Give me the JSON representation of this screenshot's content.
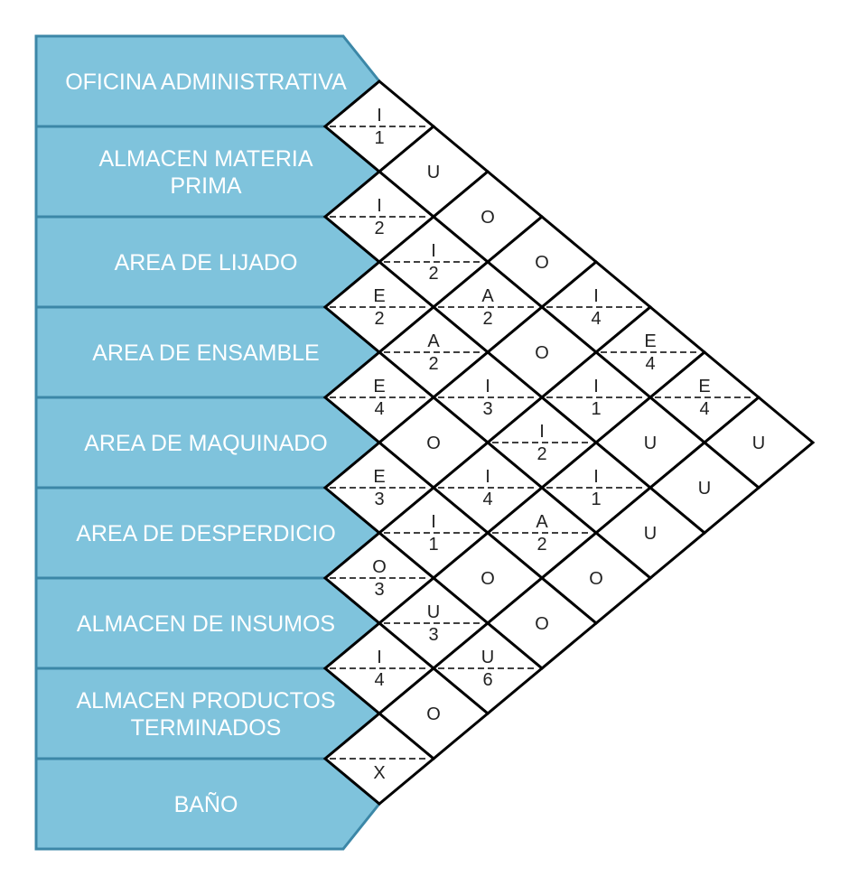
{
  "colors": {
    "panel_fill": "#7fc3dc",
    "panel_stroke": "#3c87a7",
    "grid": "#000000",
    "label_text": "#ffffff",
    "cell_text": "#222222"
  },
  "departments": [
    {
      "lines": [
        "OFICINA ADMINISTRATIVA"
      ]
    },
    {
      "lines": [
        "ALMACEN MATERIA",
        "PRIMA"
      ]
    },
    {
      "lines": [
        "AREA DE LIJADO"
      ]
    },
    {
      "lines": [
        "AREA DE ENSAMBLE"
      ]
    },
    {
      "lines": [
        "AREA DE MAQUINADO"
      ]
    },
    {
      "lines": [
        "AREA DE DESPERDICIO"
      ]
    },
    {
      "lines": [
        "ALMACEN DE INSUMOS"
      ]
    },
    {
      "lines": [
        "ALMACEN PRODUCTOS",
        "TERMINADOS"
      ]
    },
    {
      "lines": [
        "BAÑO"
      ]
    }
  ],
  "relationships": [
    {
      "pair": [
        1,
        2
      ],
      "code": "I",
      "reason": "1"
    },
    {
      "pair": [
        1,
        3
      ],
      "code": "U",
      "reason": ""
    },
    {
      "pair": [
        1,
        4
      ],
      "code": "O",
      "reason": ""
    },
    {
      "pair": [
        1,
        5
      ],
      "code": "O",
      "reason": ""
    },
    {
      "pair": [
        1,
        6
      ],
      "code": "I",
      "reason": "4"
    },
    {
      "pair": [
        1,
        7
      ],
      "code": "E",
      "reason": "4"
    },
    {
      "pair": [
        1,
        8
      ],
      "code": "E",
      "reason": "4"
    },
    {
      "pair": [
        1,
        9
      ],
      "code": "U",
      "reason": ""
    },
    {
      "pair": [
        2,
        3
      ],
      "code": "I",
      "reason": "2"
    },
    {
      "pair": [
        2,
        4
      ],
      "code": "I",
      "reason": "2"
    },
    {
      "pair": [
        2,
        5
      ],
      "code": "A",
      "reason": "2"
    },
    {
      "pair": [
        2,
        6
      ],
      "code": "O",
      "reason": ""
    },
    {
      "pair": [
        2,
        7
      ],
      "code": "I",
      "reason": "1"
    },
    {
      "pair": [
        2,
        8
      ],
      "code": "U",
      "reason": ""
    },
    {
      "pair": [
        2,
        9
      ],
      "code": "U",
      "reason": ""
    },
    {
      "pair": [
        3,
        4
      ],
      "code": "E",
      "reason": "2"
    },
    {
      "pair": [
        3,
        5
      ],
      "code": "A",
      "reason": "2"
    },
    {
      "pair": [
        3,
        6
      ],
      "code": "I",
      "reason": "3"
    },
    {
      "pair": [
        3,
        7
      ],
      "code": "I",
      "reason": "2"
    },
    {
      "pair": [
        3,
        8
      ],
      "code": "I",
      "reason": "1"
    },
    {
      "pair": [
        3,
        9
      ],
      "code": "U",
      "reason": ""
    },
    {
      "pair": [
        4,
        5
      ],
      "code": "E",
      "reason": "4"
    },
    {
      "pair": [
        4,
        6
      ],
      "code": "O",
      "reason": ""
    },
    {
      "pair": [
        4,
        7
      ],
      "code": "I",
      "reason": "4"
    },
    {
      "pair": [
        4,
        8
      ],
      "code": "A",
      "reason": "2"
    },
    {
      "pair": [
        4,
        9
      ],
      "code": "O",
      "reason": ""
    },
    {
      "pair": [
        5,
        6
      ],
      "code": "E",
      "reason": "3"
    },
    {
      "pair": [
        5,
        7
      ],
      "code": "I",
      "reason": "1"
    },
    {
      "pair": [
        5,
        8
      ],
      "code": "O",
      "reason": ""
    },
    {
      "pair": [
        5,
        9
      ],
      "code": "O",
      "reason": ""
    },
    {
      "pair": [
        6,
        7
      ],
      "code": "O",
      "reason": "3"
    },
    {
      "pair": [
        6,
        8
      ],
      "code": "U",
      "reason": "3"
    },
    {
      "pair": [
        6,
        9
      ],
      "code": "U",
      "reason": "6"
    },
    {
      "pair": [
        7,
        8
      ],
      "code": "I",
      "reason": "4"
    },
    {
      "pair": [
        7,
        9
      ],
      "code": "O",
      "reason": ""
    },
    {
      "pair": [
        8,
        9
      ],
      "code": "X",
      "reason": ""
    }
  ]
}
